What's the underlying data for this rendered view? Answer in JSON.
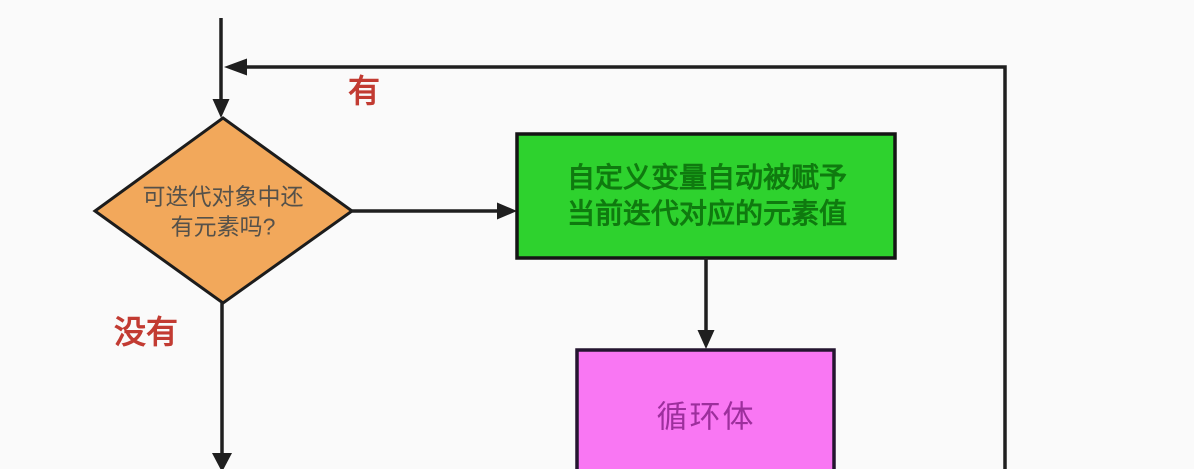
{
  "diagram": {
    "type": "flowchart",
    "background_color": "#fafafa",
    "connector_color": "#1f1f1f",
    "decision": {
      "shape": "diamond",
      "line1": "可迭代对象中还",
      "line2": "有元素吗?",
      "fill": "#f2a85b",
      "border": "#1c1c1c",
      "text_color": "#55514a"
    },
    "yes_label": {
      "text": "有",
      "color": "#c23b32"
    },
    "no_label": {
      "text": "没有",
      "color": "#c23b32"
    },
    "assign_box": {
      "shape": "rectangle",
      "line1": "自定义变量自动被赋予",
      "line2": "当前迭代对应的元素值",
      "fill": "#2ed22e",
      "border": "#151515",
      "text_color": "#0f7a0f"
    },
    "loop_body_box": {
      "shape": "rectangle",
      "text": "循环体",
      "fill": "#f977f3",
      "border": "#241530",
      "text_color": "#9c2f9c"
    },
    "edges": [
      {
        "from": "top-entry",
        "to": "decision",
        "label": ""
      },
      {
        "from": "decision",
        "to": "assign_box",
        "label": "有"
      },
      {
        "from": "decision",
        "to": "bottom-exit",
        "label": "没有"
      },
      {
        "from": "assign_box",
        "to": "loop_body_box",
        "label": ""
      },
      {
        "from": "loop_body_box",
        "to": "decision",
        "label": "有",
        "path": "right-side-loopback"
      }
    ]
  }
}
